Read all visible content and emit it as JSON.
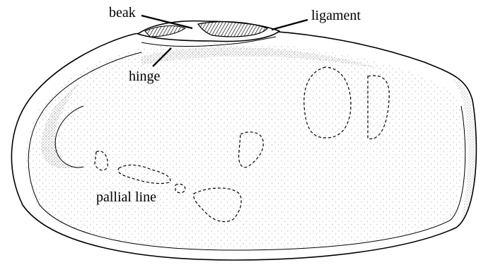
{
  "figure": {
    "labels": {
      "beak": "beak",
      "ligament": "ligament",
      "hinge": "hinge",
      "pallial_line": "pallial line"
    }
  }
}
